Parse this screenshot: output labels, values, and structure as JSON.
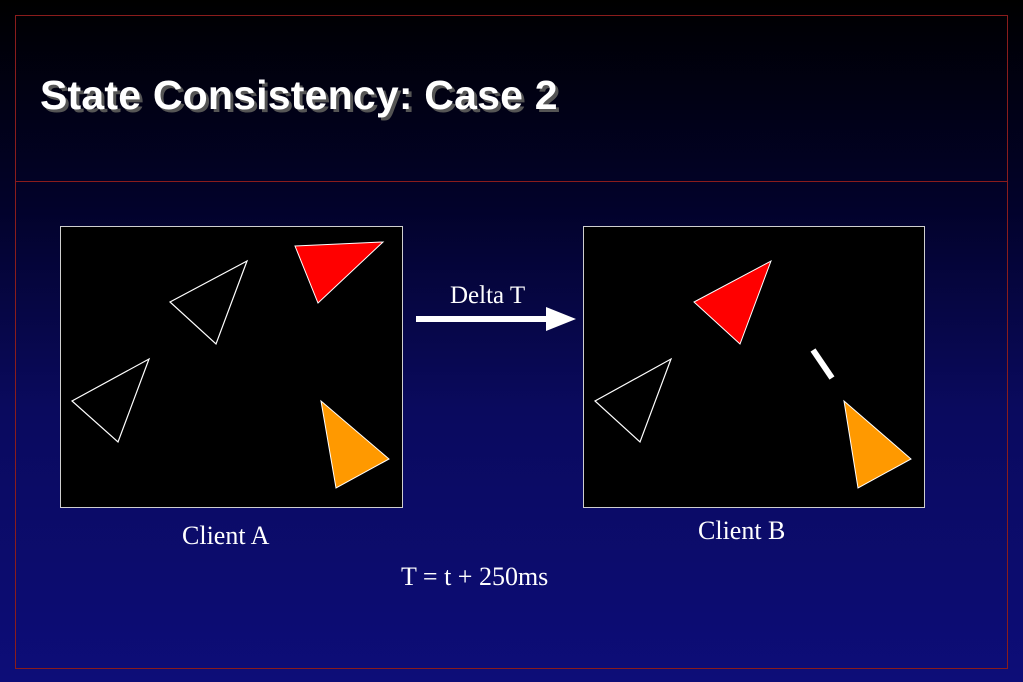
{
  "slide": {
    "title": "State Consistency: Case 2",
    "client_a_label": "Client A",
    "client_b_label": "Client B",
    "delta_label": "Delta T",
    "time_formula": "T = t + 250ms"
  },
  "colors": {
    "frame": "#8a1c1c",
    "red_triangle": "#ff0000",
    "orange_triangle": "#ff9900",
    "outline_triangle": "#ffffff"
  }
}
